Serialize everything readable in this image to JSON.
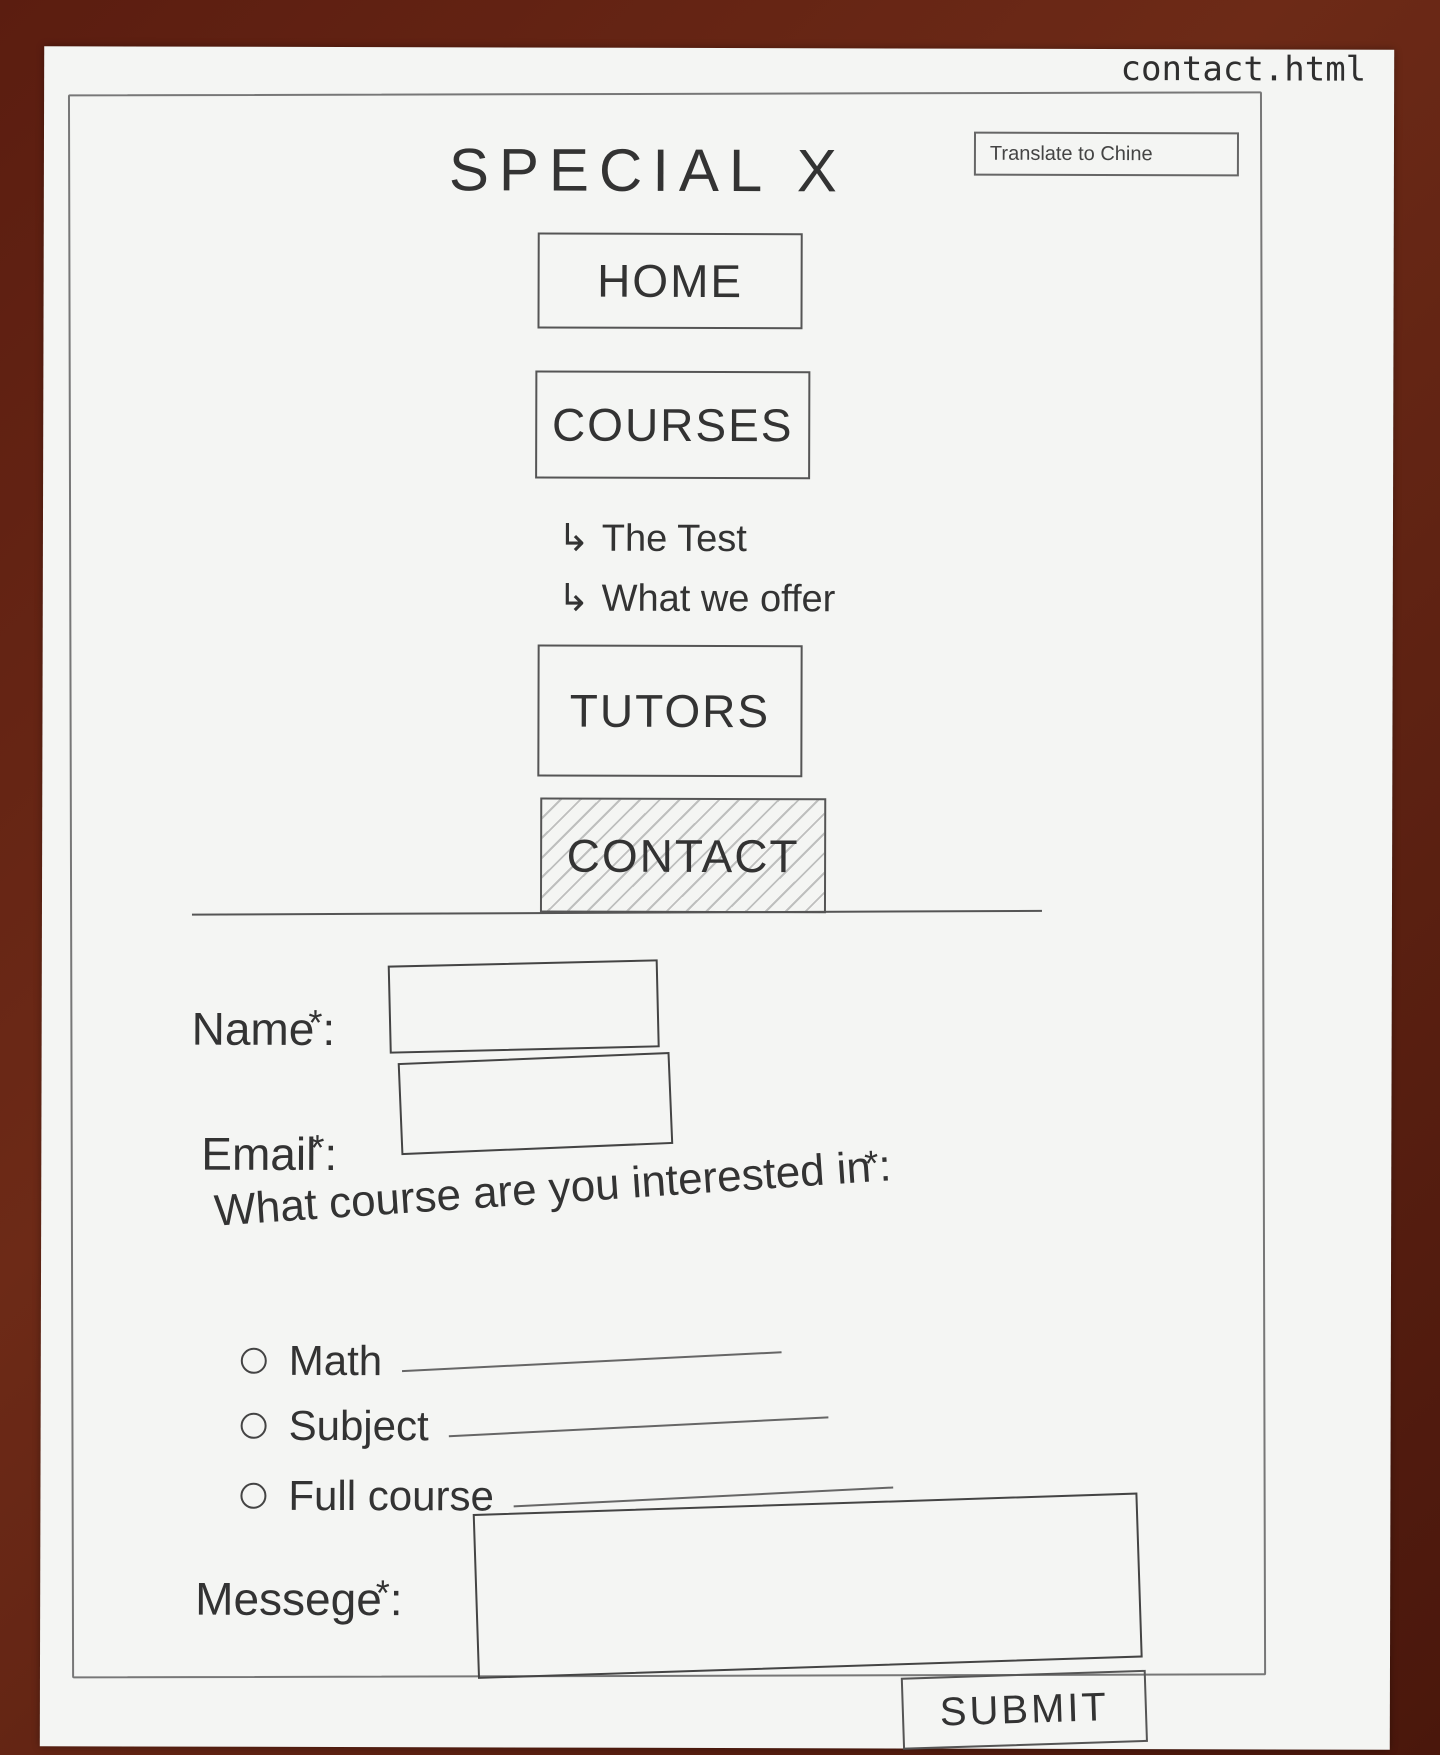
{
  "page": {
    "file_name": "contact.html",
    "site_title": "SPECIAL X"
  },
  "header": {
    "translate_label": "Translate to Chine"
  },
  "nav": {
    "home": "HOME",
    "courses": "COURSES",
    "courses_sub": [
      "The Test",
      "What we offer"
    ],
    "tutors": "TUTORS",
    "contact": "CONTACT",
    "arrow": "↳"
  },
  "form": {
    "name_label": "Name",
    "email_label": "Email",
    "course_label": "What course are you interested in",
    "options": [
      "Math",
      "Subject",
      "Full course"
    ],
    "message_label": "Messege",
    "submit_label": "SUBMIT",
    "required_mark": "*",
    "colon": ":"
  },
  "colors": {
    "paper": "#f4f5f3",
    "pencil": "#3a3a3a",
    "table": "#5b1d10"
  }
}
